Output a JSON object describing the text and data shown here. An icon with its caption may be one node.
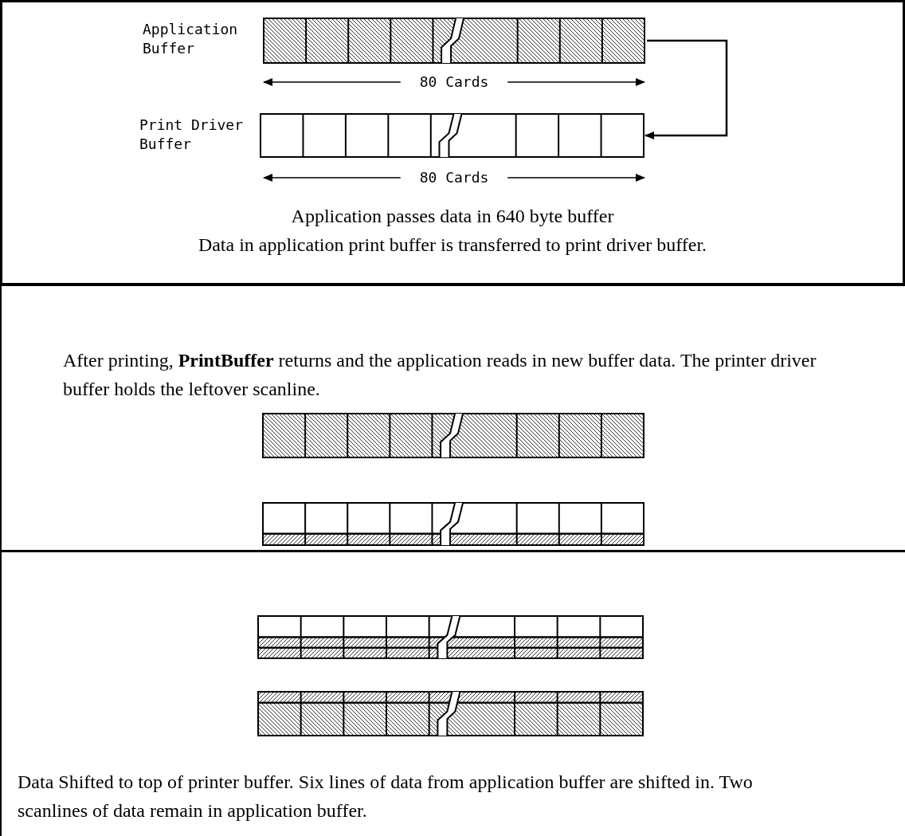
{
  "diagram": {
    "nodes": [
      {
        "text": [
          "Application passes data in 640 byte buffer",
          "Data in application print buffer is transferred to print driver buffer."
        ]
      },
      {
        "text": [],
        "shape": "bar",
        "beside": [
          "Application Buffer"
        ],
        "in": 0
      },
      {
        "text": [],
        "shape": "bar",
        "beside": [
          "Print Driver Buffer"
        ],
        "in": 0
      },
      {
        "text": [
          "After printing, **PrintBuffer** returns and the application reads in new buffer data. The printer driver buffer holds the leftover scanline."
        ]
      },
      {
        "text": [
          "Data Shifted to top of printer buffer. Six lines of data from application buffer are shifted in. Two scanlines of data remain in application buffer."
        ]
      }
    ],
    "edges": [
      {
        "from": 1,
        "to": 2,
        "arrow": "to"
      }
    ],
    "labels": [
      "80 Cards",
      "80 Cards"
    ]
  }
}
